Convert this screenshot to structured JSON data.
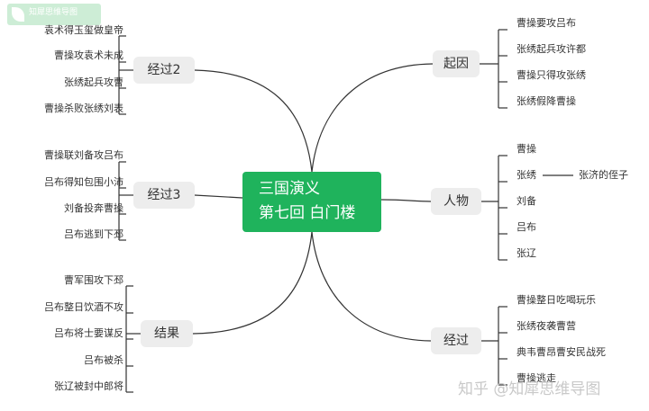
{
  "watermark": {
    "logo_title": "知犀思维导图",
    "logo_subtitle": "",
    "footer": "知乎 @知犀思维导图"
  },
  "colors": {
    "center_fill": "#1fb35c",
    "topic_fill": "#ededed",
    "line": "#333333"
  },
  "center": {
    "line1": "三国演义",
    "line2": "第七回 白门楼"
  },
  "left": [
    {
      "label": "经过2",
      "items": [
        "袁术得玉玺做皇帝",
        "曹操攻袁术未成",
        "张绣起兵攻曹",
        "曹操杀败张绣刘表"
      ]
    },
    {
      "label": "经过3",
      "items": [
        "曹操联刘备攻吕布",
        "吕布得知包围小沛",
        "刘备投奔曹操",
        "吕布逃到下邳"
      ]
    },
    {
      "label": "结果",
      "items": [
        "曹军围攻下邳",
        "吕布整日饮酒不攻",
        "吕布将士要谋反",
        "吕布被杀",
        "张辽被封中郎将"
      ]
    }
  ],
  "right": [
    {
      "label": "起因",
      "items": [
        "曹操要攻吕布",
        "张绣起兵攻许都",
        "曹操只得攻张绣",
        "张绣假降曹操"
      ]
    },
    {
      "label": "人物",
      "items": [
        "曹操",
        "张绣",
        "刘备",
        "吕布",
        "张辽"
      ],
      "sub": {
        "parent": "张绣",
        "text": "张济的侄子"
      }
    },
    {
      "label": "经过",
      "items": [
        "曹操整日吃喝玩乐",
        "张绣夜袭曹营",
        "典韦曹昂曹安民战死",
        "曹操逃走"
      ]
    }
  ]
}
